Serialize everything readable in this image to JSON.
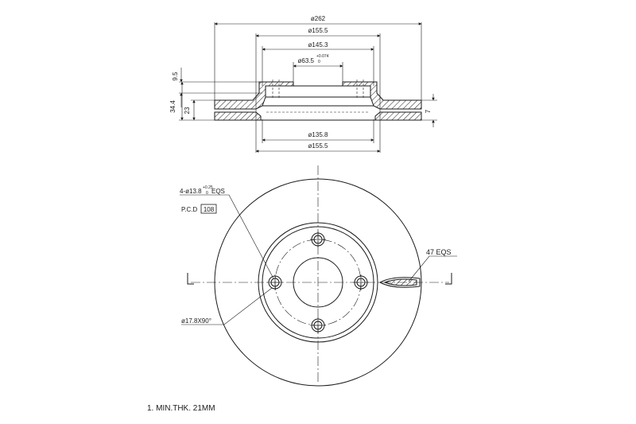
{
  "section_view": {
    "dims": {
      "outer_diameter": "ø262",
      "hat_outer_diameter": "ø155.5",
      "hat_inner_diameter": "ø145.3",
      "center_bore_main": "ø63.5",
      "center_bore_tol_upper": "+0.074",
      "center_bore_tol_lower": "0",
      "inner_hat_diameter": "ø135.8",
      "hat_outer_diameter_bottom": "ø155.5",
      "hat_offset": "9.5",
      "total_height": "34.4",
      "rotor_height": "23",
      "thickness": "7"
    }
  },
  "plan_view": {
    "bolt_holes_main": "4-ø13.8",
    "bolt_holes_tol_upper": "+0.25",
    "bolt_holes_tol_lower": "0",
    "bolt_holes_suffix": "EQS",
    "pcd_label": "P.C.D",
    "pcd_value": "108",
    "vents_label": "47 EQS",
    "chamfer_label": "ø17.8X90°"
  },
  "notes": {
    "min_thickness": "1. MIN.THK. 21MM"
  }
}
